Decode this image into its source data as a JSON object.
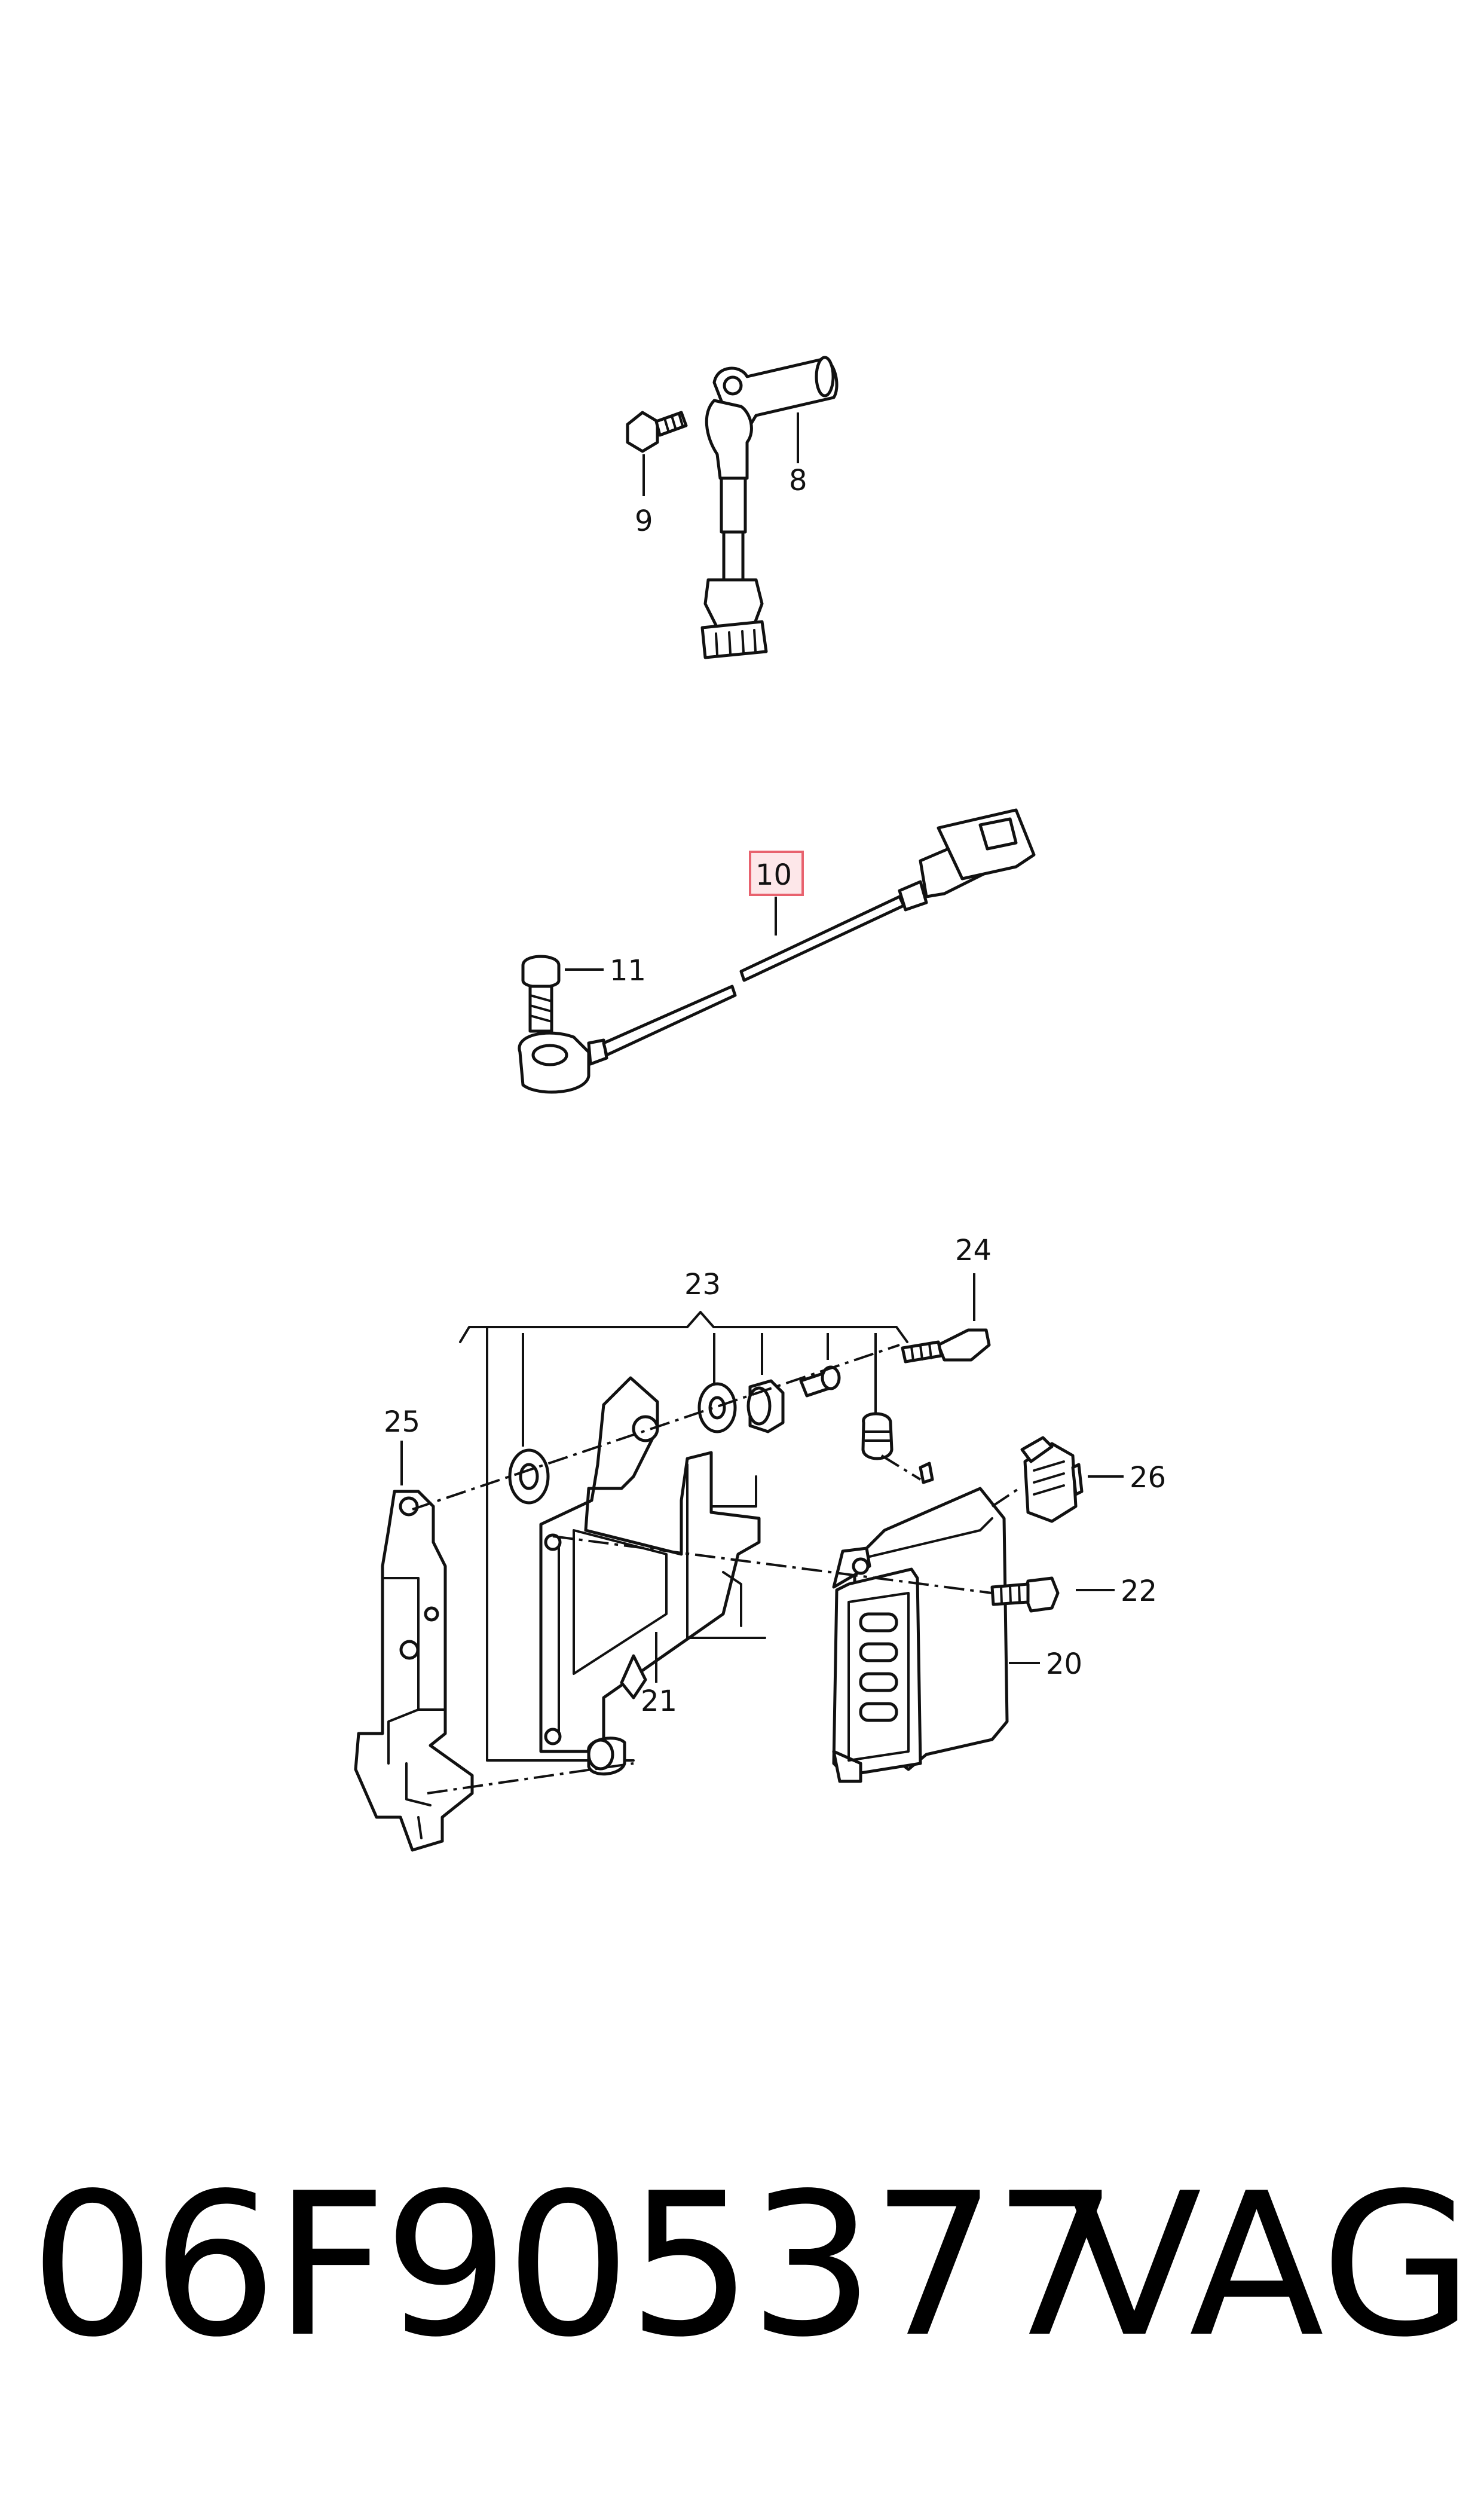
{
  "callouts": {
    "c8": "8",
    "c9": "9",
    "c10": "10",
    "c11": "11",
    "c20": "20",
    "c21": "21",
    "c22": "22",
    "c23": "23",
    "c24": "24",
    "c25": "25",
    "c26": "26"
  },
  "highlighted_callout": "10",
  "colors": {
    "highlight_fill": "#fde7e9",
    "highlight_stroke": "#e8626e"
  },
  "footer": {
    "part_number": "06F905377",
    "brand": "VAG"
  }
}
